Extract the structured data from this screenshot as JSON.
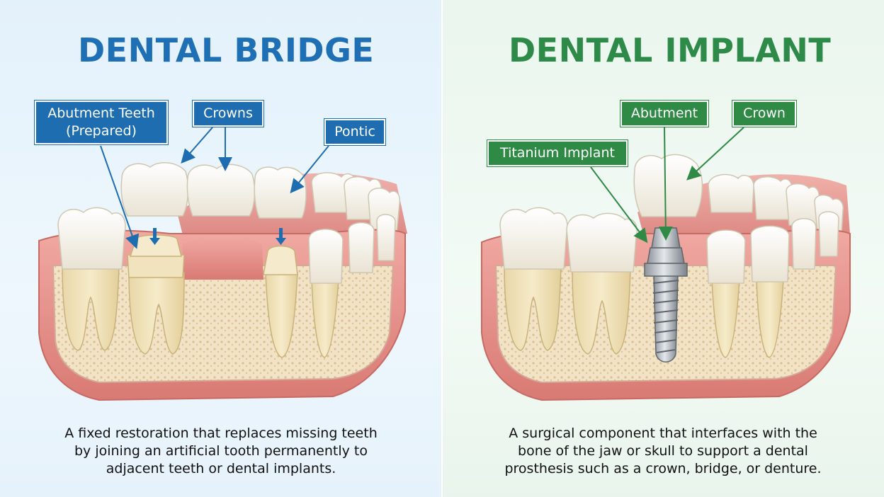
{
  "bridge": {
    "title": "DENTAL BRIDGE",
    "labels": {
      "abutment_line1": "Abutment Teeth",
      "abutment_line2": "(Prepared)",
      "crowns": "Crowns",
      "pontic": "Pontic"
    },
    "caption_lines": [
      "A fixed restoration that replaces missing teeth",
      "by joining an artificial tooth permanently to",
      "adjacent teeth or dental implants."
    ]
  },
  "implant": {
    "title": "DENTAL IMPLANT",
    "labels": {
      "abutment": "Abutment",
      "crown": "Crown",
      "titanium": "Titanium Implant"
    },
    "caption_lines": [
      "A surgical component that interfaces with the",
      "bone of the jaw or skull to support a dental",
      "prosthesis such as a crown, bridge, or denture."
    ]
  },
  "colors": {
    "bridge_accent": "#1e6db0",
    "implant_accent": "#2f8a45",
    "gum": "#e28c86",
    "bone": "#f0e0c0",
    "tooth": "#f7f3ea"
  }
}
